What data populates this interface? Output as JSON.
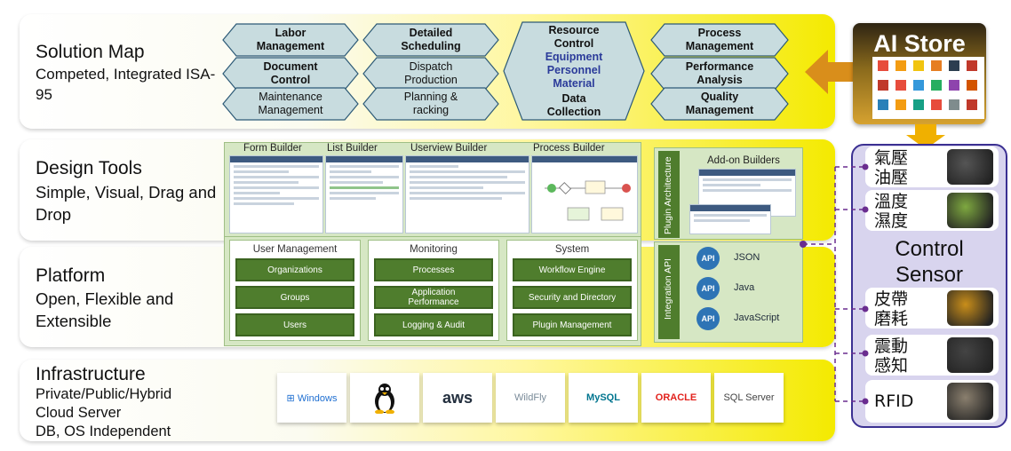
{
  "colors": {
    "layer_yellow": "#f4ea00",
    "hex_fill": "#c8dcdf",
    "hex_stroke": "#2d5a77",
    "green_button": "#4f7d2d",
    "ai_store_gold": "#b8860b",
    "sensor_panel": "#d8d4ee",
    "api_blue": "#2e74b5"
  },
  "solution_map": {
    "title": "Solution Map",
    "subtitle": "Competed, Integrated ISA-95",
    "hexes": [
      {
        "label": "Labor\nManagement",
        "bold": true
      },
      {
        "label": "Document\nControl",
        "bold": true
      },
      {
        "label": "Maintenance\nManagement",
        "bold": false
      },
      {
        "label": "Detailed\nScheduling",
        "bold": true
      },
      {
        "label": "Dispatch\nProduction",
        "bold": false
      },
      {
        "label": "Planning &\nracking",
        "bold": false
      },
      {
        "label": "Resource\nControl",
        "bold": true,
        "extra": "Equipment\nPersonnel\nMaterial"
      },
      {
        "label": "Data\nCollection",
        "bold": true
      },
      {
        "label": "Process\nManagement",
        "bold": true
      },
      {
        "label": "Performance\nAnalysis",
        "bold": true
      },
      {
        "label": "Quality\nManagement",
        "bold": true
      }
    ]
  },
  "design_tools": {
    "title": "Design Tools",
    "subtitle": "Simple, Visual, Drag and Drop",
    "builders": [
      "Form Builder",
      "List Builder",
      "Userview Builder",
      "Process Builder"
    ],
    "plugin_architecture": "Plugin Architecture",
    "addon_builders": "Add-on Builders"
  },
  "platform": {
    "title": "Platform",
    "subtitle": "Open, Flexible and Extensible",
    "groups": [
      {
        "title": "User Management",
        "items": [
          "Organizations",
          "Groups",
          "Users"
        ]
      },
      {
        "title": "Monitoring",
        "items": [
          "Processes",
          "Application\nPerformance",
          "Logging & Audit"
        ]
      },
      {
        "title": "System",
        "items": [
          "Workflow Engine",
          "Security and Directory",
          "Plugin Management"
        ]
      }
    ],
    "integration_api": "Integration API",
    "apis": [
      {
        "badge": "API",
        "label": "JSON"
      },
      {
        "badge": "API",
        "label": "Java"
      },
      {
        "badge": "API",
        "label": "JavaScript"
      }
    ]
  },
  "infrastructure": {
    "title": "Infrastructure",
    "lines": [
      "Private/Public/Hybrid",
      "Cloud Server",
      "DB, OS Independent"
    ],
    "logos": [
      {
        "icon": "windows-logo",
        "label": "Windows"
      },
      {
        "icon": "linux-penguin-logo",
        "label": ""
      },
      {
        "icon": "aws-logo",
        "label": "aws"
      },
      {
        "icon": "wildfly-logo",
        "label": "WildFly"
      },
      {
        "icon": "mysql-logo",
        "label": "MySQL"
      },
      {
        "icon": "oracle-logo",
        "label": "ORACLE"
      },
      {
        "icon": "sql-server-logo",
        "label": "SQL Server"
      }
    ]
  },
  "ai_store": {
    "title": "AI Store"
  },
  "control_sensor": {
    "title_line1": "Control",
    "title_line2": "Sensor",
    "sensors": [
      {
        "text": "氣壓\n油壓",
        "icon": "pressure-gauge-icon"
      },
      {
        "text": "溫度\n濕度",
        "icon": "temperature-humidity-sensor-icon"
      },
      {
        "text": "皮帶\n磨耗",
        "icon": "belt-wear-sensor-icon"
      },
      {
        "text": "震動\n感知",
        "icon": "vibration-sensor-icon"
      },
      {
        "text": "RFID",
        "icon": "rfid-reader-icon"
      }
    ]
  }
}
